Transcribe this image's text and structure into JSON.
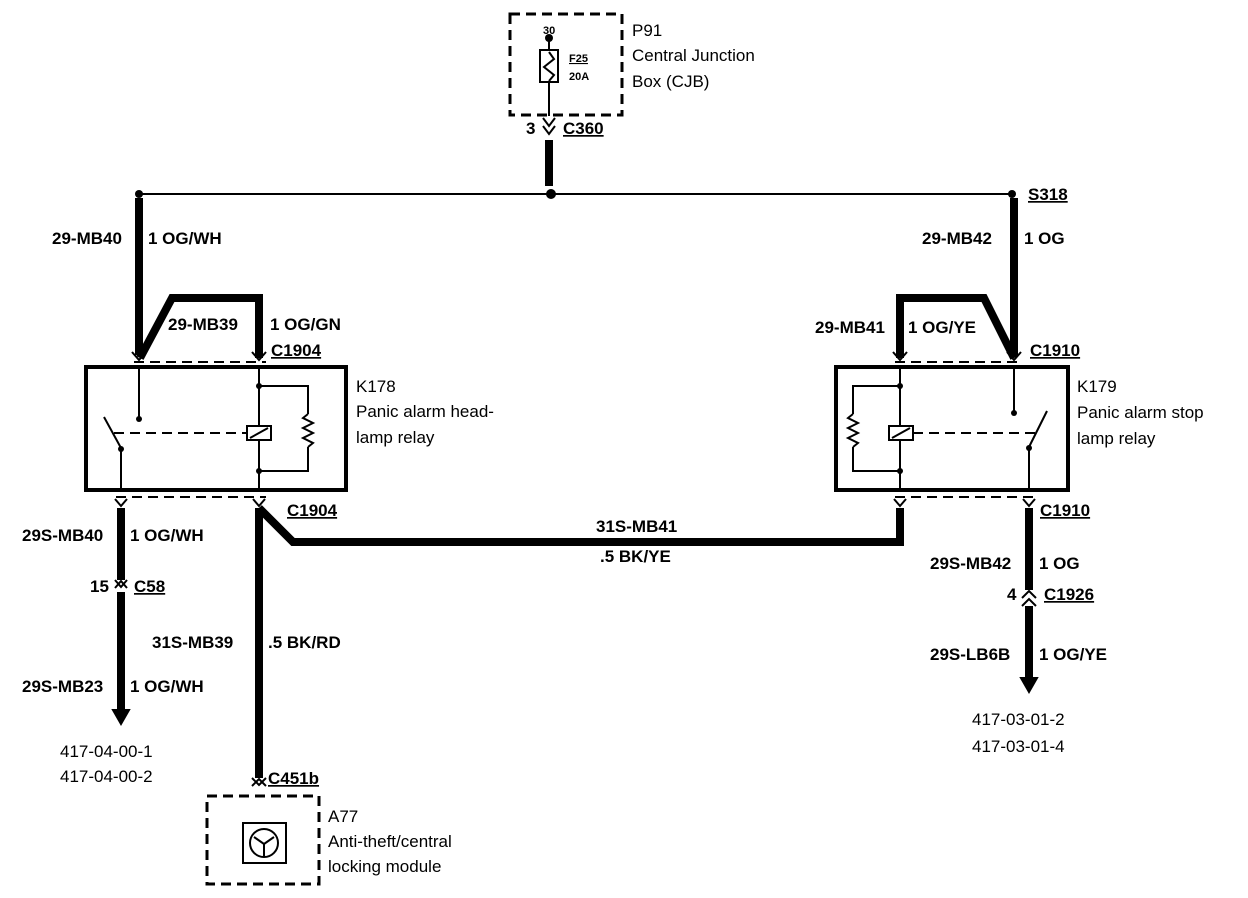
{
  "components": {
    "p91": {
      "id": "P91",
      "line1": "Central Junction",
      "line2": "Box (CJB)"
    },
    "fuse": {
      "pin": "30",
      "name": "F25",
      "rating": "20A"
    },
    "k178": {
      "id": "K178",
      "line1": "Panic alarm head-",
      "line2": "lamp relay"
    },
    "k179": {
      "id": "K179",
      "line1": "Panic alarm stop",
      "line2": "lamp relay"
    },
    "a77": {
      "id": "A77",
      "line1": "Anti-theft/central",
      "line2": "locking module"
    }
  },
  "connectors": {
    "c360_pin": "3",
    "c360": "C360",
    "s318": "S318",
    "c1904_top": "C1904",
    "c1904_bottom": "C1904",
    "c1910_top": "C1910",
    "c1910_bottom": "C1910",
    "c58_pin": "15",
    "c58": "C58",
    "c1926_pin": "4",
    "c1926": "C1926",
    "c451b": "C451b"
  },
  "wires": {
    "w_29mb40": {
      "circuit": "29-MB40",
      "spec": "1 OG/WH"
    },
    "w_29mb39": {
      "circuit": "29-MB39",
      "spec": "1 OG/GN"
    },
    "w_29mb42": {
      "circuit": "29-MB42",
      "spec": "1 OG"
    },
    "w_29mb41": {
      "circuit": "29-MB41",
      "spec": "1 OG/YE"
    },
    "w_29smb40": {
      "circuit": "29S-MB40",
      "spec": "1 OG/WH"
    },
    "w_31smb41": {
      "circuit": "31S-MB41",
      "spec": ".5 BK/YE"
    },
    "w_29smb42": {
      "circuit": "29S-MB42",
      "spec": "1 OG"
    },
    "w_31smb39": {
      "circuit": "31S-MB39",
      "spec": ".5 BK/RD"
    },
    "w_29smb23": {
      "circuit": "29S-MB23",
      "spec": "1 OG/WH"
    },
    "w_29slb6b": {
      "circuit": "29S-LB6B",
      "spec": "1 OG/YE"
    }
  },
  "references": {
    "left": [
      "417-04-00-1",
      "417-04-00-2"
    ],
    "right": [
      "417-03-01-2",
      "417-03-01-4"
    ]
  }
}
